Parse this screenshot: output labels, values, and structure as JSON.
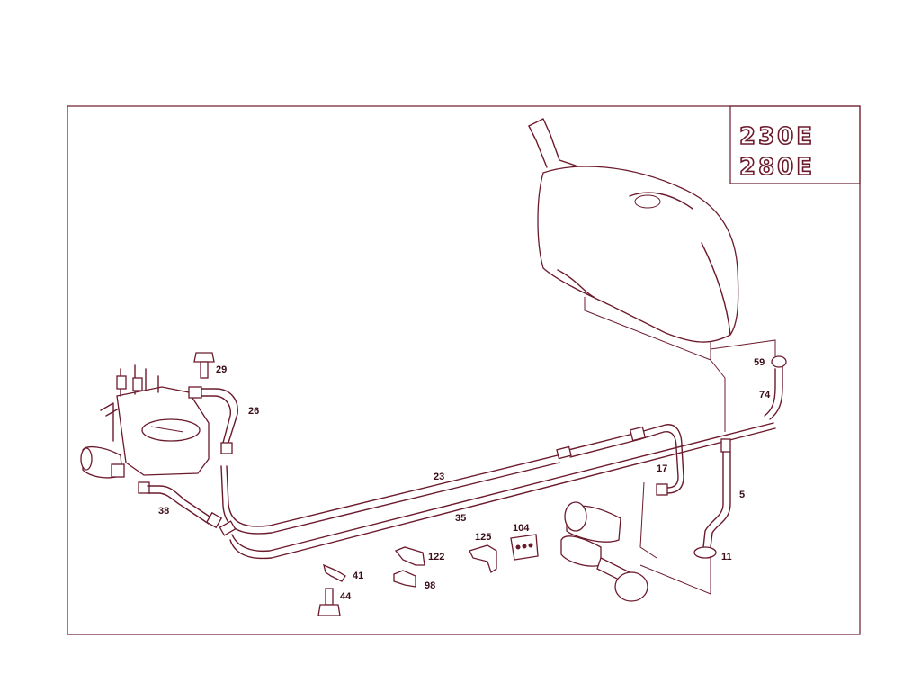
{
  "model_box": {
    "models": [
      "230E",
      "280E"
    ]
  },
  "callouts": [
    {
      "id": "p29",
      "text": "29"
    },
    {
      "id": "p26",
      "text": "26"
    },
    {
      "id": "p23",
      "text": "23"
    },
    {
      "id": "p35",
      "text": "35"
    },
    {
      "id": "p38",
      "text": "38"
    },
    {
      "id": "p17",
      "text": "17"
    },
    {
      "id": "p5",
      "text": "5"
    },
    {
      "id": "p11",
      "text": "11"
    },
    {
      "id": "p59",
      "text": "59"
    },
    {
      "id": "p74",
      "text": "74"
    },
    {
      "id": "p104",
      "text": "104"
    },
    {
      "id": "p125",
      "text": "125"
    },
    {
      "id": "p122",
      "text": "122"
    },
    {
      "id": "p98",
      "text": "98"
    },
    {
      "id": "p41",
      "text": "41"
    },
    {
      "id": "p44",
      "text": "44"
    }
  ],
  "colors": {
    "ink": "#6b1a2c",
    "background": "#ffffff"
  }
}
